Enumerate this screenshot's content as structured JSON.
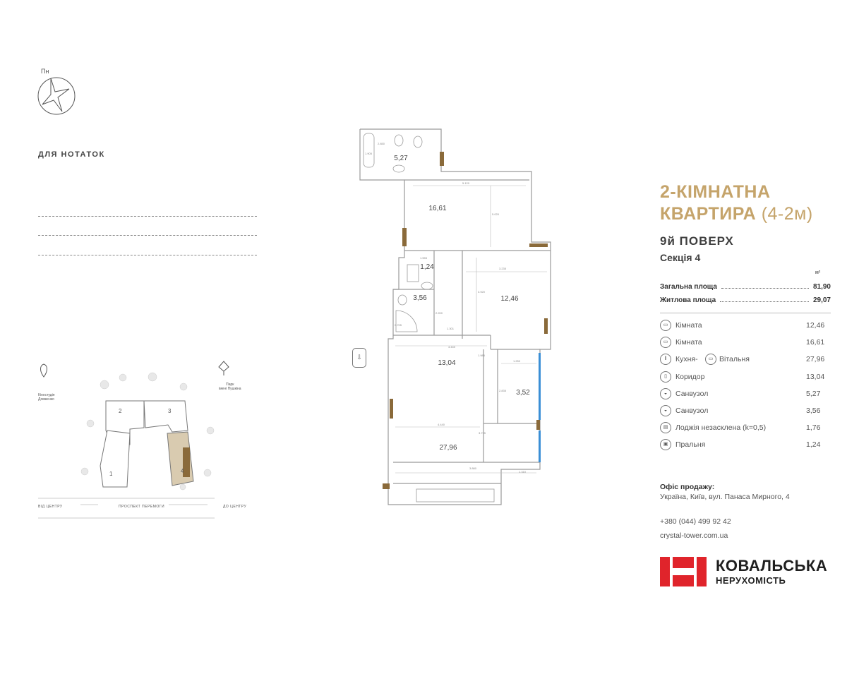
{
  "compass": {
    "label": "Пн"
  },
  "notes": {
    "title": "ДЛЯ НОТАТОК"
  },
  "apartment": {
    "title_line1": "2-КІМНАТНА",
    "title_line2": "КВАРТИРА",
    "title_type": "(4-2м)",
    "floor": "9й ПОВЕРХ",
    "section": "Секція 4",
    "unit": "м²"
  },
  "summary": [
    {
      "label": "Загальна площа",
      "value": "81,90"
    },
    {
      "label": "Житлова площа",
      "value": "29,07"
    }
  ],
  "rooms": [
    {
      "icon": "room-icon",
      "name": "Кімната",
      "value": "12,46"
    },
    {
      "icon": "room-icon",
      "name": "Кімната",
      "value": "16,61"
    },
    {
      "icon": "kitchen-icon",
      "name": "Кухня-",
      "icon2": "living-room-icon",
      "name2": "Вітальня",
      "value": "27,96"
    },
    {
      "icon": "corridor-icon",
      "name": "Коридор",
      "value": "13,04"
    },
    {
      "icon": "bathroom-icon",
      "name": "Санвузол",
      "value": "5,27"
    },
    {
      "icon": "bathroom-icon",
      "name": "Санвузол",
      "value": "3,56"
    },
    {
      "icon": "loggia-icon",
      "name": "Лоджія незасклена (k=0,5)",
      "value": "1,76"
    },
    {
      "icon": "laundry-icon",
      "name": "Пральня",
      "value": "1,24"
    }
  ],
  "contacts": {
    "office_title": "Офіс продажу:",
    "office_address": "Україна, Київ, вул. Панаса Мирного, 4",
    "phone": "+380 (044) 499 92 42",
    "website": "crystal-tower.com.ua"
  },
  "brand": {
    "name": "КОВАЛЬСЬКА",
    "sub": "НЕРУХОМІСТЬ",
    "color": "#e0242b"
  },
  "accent_color": "#c5a46b",
  "plan": {
    "areas": [
      "5,27",
      "16,61",
      "1,24",
      "3,56",
      "12,46",
      "13,04",
      "3,52",
      "27,96"
    ],
    "dims": [
      "2.850",
      "1.905",
      "5.120",
      "5.020",
      "1.555",
      "3.235",
      "3.920",
      "2.200",
      "0.705",
      "1.301",
      "4.440",
      "1.985",
      "1.250",
      "2.835",
      "4.440",
      "3.735",
      "3.880",
      "1.310"
    ]
  },
  "site_map": {
    "studio_label_1": "Кіностудія",
    "studio_label_2": "Довженко",
    "park_label_1": "Парк",
    "park_label_2": "імені Пушкіна",
    "buildings": [
      "1",
      "2",
      "3",
      "4"
    ],
    "road_left": "ВІД ЦЕНТРУ",
    "road_name": "ПРОСПЕКТ ПЕРЕМОГИ",
    "road_right": "ДО ЦЕНТРУ"
  }
}
